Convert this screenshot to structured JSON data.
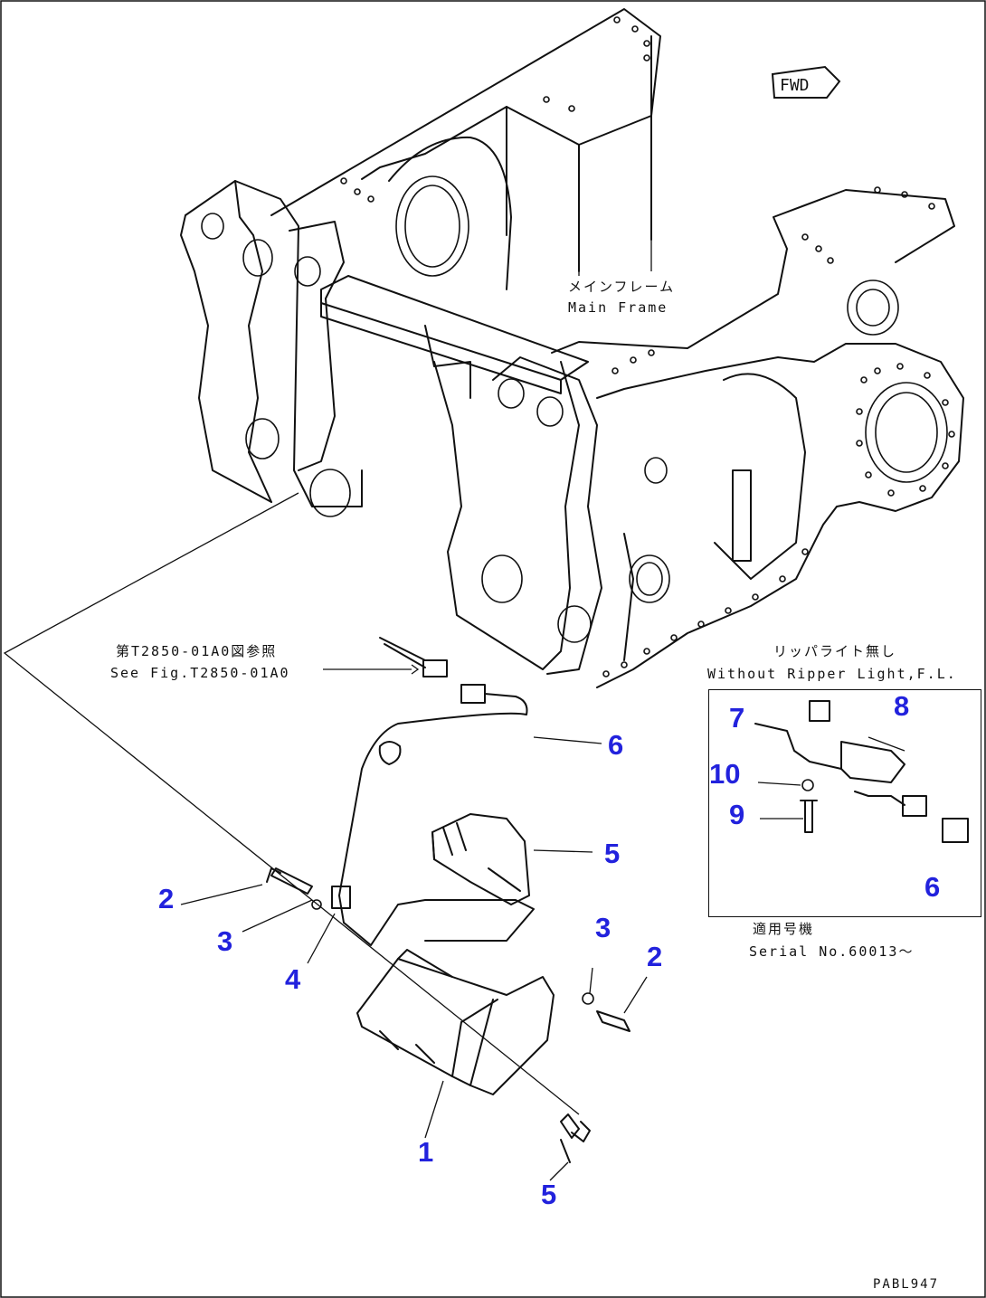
{
  "ref_fig_note": {
    "line1": "第T2850-01A0図参照",
    "line2": "See Fig.T2850-01A0"
  },
  "main_frame_label": {
    "line1": "メインフレーム",
    "line2": "Main Frame"
  },
  "inset": {
    "title_line1": "リッパライト無し",
    "title_line2": "Without Ripper Light,F.L."
  },
  "serial": {
    "line1": "適用号機",
    "line2": "Serial No.60013〜"
  },
  "fwd_marker": "FWD",
  "drawing_code": "PABL947",
  "callouts": {
    "c1": "1",
    "c2a": "2",
    "c2b": "2",
    "c3a": "3",
    "c3b": "3",
    "c4": "4",
    "c5a": "5",
    "c5b": "5",
    "c6a": "6",
    "c6b": "6",
    "c7": "7",
    "c8": "8",
    "c9": "9",
    "c10": "10"
  }
}
